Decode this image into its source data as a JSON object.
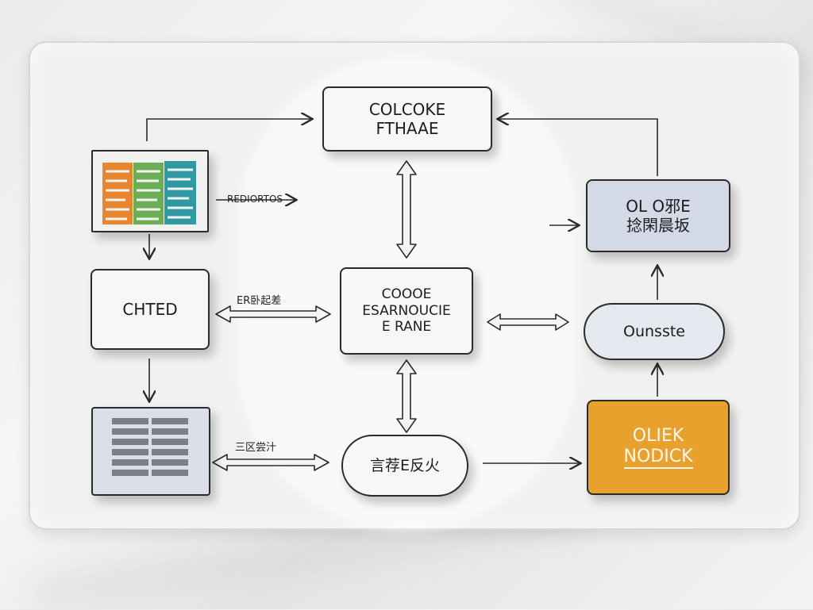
{
  "nodes": {
    "top_center": {
      "line1": "COLCOKE",
      "line2": "FTHAAE"
    },
    "left_middle": {
      "label": "CHTED"
    },
    "center": {
      "line1": "COOOE",
      "line2": "ESARNOUCIE",
      "line3": "E RANE"
    },
    "bottom_center": {
      "label": "言荐E反火"
    },
    "right_top": {
      "line1": "OL O邪E",
      "line2": "捻閑晨坂"
    },
    "right_pill": {
      "label": "Ounsste"
    },
    "right_bottom": {
      "line1": "OLIEK",
      "line2": "NODICK"
    }
  },
  "labels": {
    "chart_label": "REDIORTOS",
    "middle_arrow_label": "ER卧起差",
    "bottom_arrow_label": "三区尝汁"
  },
  "colors": {
    "node_fill": "#f7f7f6",
    "right_top_fill": "#d3d9e6",
    "right_pill_fill": "#e6e8ef",
    "right_bottom_fill": "#e9a12e",
    "chart_bar_orange": "#e8862f",
    "chart_bar_green": "#6cae54",
    "chart_bar_teal": "#2f9aa1",
    "stripe_panel_fill": "#c6cde0"
  }
}
